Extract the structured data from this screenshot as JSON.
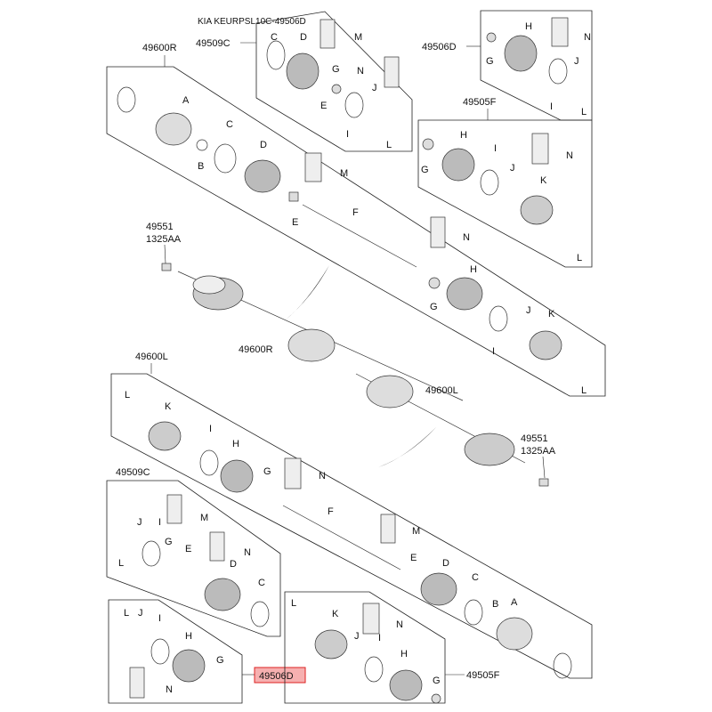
{
  "header": "KIA KEURPSL10C-49506D",
  "assemblies": {
    "right": "49600R",
    "left": "49600L",
    "right_mid": "49600R",
    "left_mid": "49600L"
  },
  "kits": {
    "k49509c_top": "49509C",
    "k49506d_top": "49506D",
    "k49505f_top": "49505F",
    "k49509c_bottom": "49509C",
    "k49505f_bottom": "49505F",
    "k49506d_bottom": "49506D"
  },
  "hardware": {
    "nut_top_a": "49551",
    "nut_top_b": "1325AA",
    "nut_bottom_a": "49551",
    "nut_bottom_b": "1325AA"
  },
  "letters": {
    "A": "A",
    "B": "B",
    "C": "C",
    "D": "D",
    "E": "E",
    "F": "F",
    "G": "G",
    "H": "H",
    "I": "I",
    "J": "J",
    "K": "K",
    "L": "L",
    "M": "M",
    "N": "N"
  },
  "highlight_color": "#f6b0b0"
}
